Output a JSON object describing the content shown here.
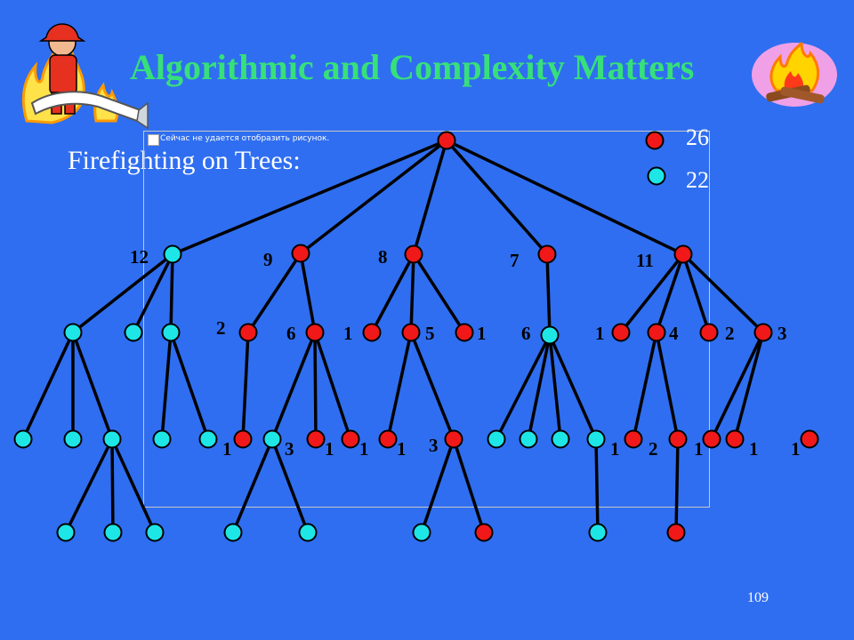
{
  "title": "Algorithmic and Complexity Matters",
  "subtitle": "Firefighting  on  Trees:",
  "page_number": "109",
  "broken_image_text": "Сейчас не удается отобразить рисунок.",
  "legend": [
    {
      "color": "red",
      "label": "26"
    },
    {
      "color": "cyan",
      "label": "22"
    }
  ],
  "colors": {
    "background": "#2f6ef0",
    "title": "#37e07a",
    "text": "#ffffff",
    "burned": "#f01818",
    "saved": "#1ee6e6",
    "edge": "#000000"
  },
  "icons": {
    "firefighter": "firefighter-icon",
    "fire": "campfire-icon"
  },
  "tree": {
    "nodes": [
      {
        "id": "root",
        "color": "red"
      },
      {
        "id": "a",
        "color": "cyan",
        "label": "12"
      },
      {
        "id": "b",
        "color": "red",
        "label": "9"
      },
      {
        "id": "c",
        "color": "red",
        "label": "8"
      },
      {
        "id": "d",
        "color": "red",
        "label": "7"
      },
      {
        "id": "e",
        "color": "red",
        "label": "11"
      },
      {
        "id": "a1",
        "color": "cyan"
      },
      {
        "id": "a2",
        "color": "cyan"
      },
      {
        "id": "a3",
        "color": "cyan"
      },
      {
        "id": "b1",
        "color": "red",
        "label": "2"
      },
      {
        "id": "b2",
        "color": "red",
        "label": "6"
      },
      {
        "id": "c1",
        "color": "red",
        "label": "1"
      },
      {
        "id": "c2",
        "color": "red",
        "label": "5"
      },
      {
        "id": "c3",
        "color": "red",
        "label": "1"
      },
      {
        "id": "d1",
        "color": "cyan",
        "label": "6"
      },
      {
        "id": "e1",
        "color": "red",
        "label": "1"
      },
      {
        "id": "e2",
        "color": "red",
        "label": "4"
      },
      {
        "id": "e3",
        "color": "red",
        "label": "2"
      },
      {
        "id": "e4",
        "color": "red",
        "label": "3"
      },
      {
        "id": "a1a",
        "color": "cyan"
      },
      {
        "id": "a1b",
        "color": "cyan"
      },
      {
        "id": "a1c",
        "color": "cyan"
      },
      {
        "id": "a3a",
        "color": "cyan"
      },
      {
        "id": "a3b",
        "color": "cyan"
      },
      {
        "id": "b1a",
        "color": "red",
        "label": "1"
      },
      {
        "id": "b2a",
        "color": "cyan",
        "label": "3"
      },
      {
        "id": "b2b",
        "color": "red",
        "label": "1"
      },
      {
        "id": "b2c",
        "color": "red",
        "label": "1"
      },
      {
        "id": "c2a",
        "color": "red",
        "label": "1"
      },
      {
        "id": "c2b",
        "color": "red",
        "label": "3"
      },
      {
        "id": "d1a",
        "color": "cyan"
      },
      {
        "id": "d1b",
        "color": "cyan"
      },
      {
        "id": "d1c",
        "color": "cyan"
      },
      {
        "id": "d1d",
        "color": "cyan"
      },
      {
        "id": "e2a",
        "color": "red",
        "label": "1"
      },
      {
        "id": "e2b",
        "color": "red",
        "label": "2"
      },
      {
        "id": "e4a",
        "color": "red",
        "label": "1"
      },
      {
        "id": "e4b",
        "color": "red",
        "label": "1"
      },
      {
        "id": "e4c",
        "color": "red",
        "label": "1"
      },
      {
        "id": "a1c1",
        "color": "cyan"
      },
      {
        "id": "a1c2",
        "color": "cyan"
      },
      {
        "id": "a1c3",
        "color": "cyan"
      },
      {
        "id": "b2a1",
        "color": "cyan"
      },
      {
        "id": "b2a2",
        "color": "cyan"
      },
      {
        "id": "c2b1",
        "color": "cyan"
      },
      {
        "id": "c2b2",
        "color": "red"
      },
      {
        "id": "d1d1",
        "color": "cyan"
      },
      {
        "id": "e2b1",
        "color": "red"
      }
    ],
    "edges": [
      [
        "root",
        "a"
      ],
      [
        "root",
        "b"
      ],
      [
        "root",
        "c"
      ],
      [
        "root",
        "d"
      ],
      [
        "root",
        "e"
      ],
      [
        "a",
        "a1"
      ],
      [
        "a",
        "a2"
      ],
      [
        "a",
        "a3"
      ],
      [
        "b",
        "b1"
      ],
      [
        "b",
        "b2"
      ],
      [
        "c",
        "c1"
      ],
      [
        "c",
        "c2"
      ],
      [
        "c",
        "c3"
      ],
      [
        "d",
        "d1"
      ],
      [
        "e",
        "e1"
      ],
      [
        "e",
        "e2"
      ],
      [
        "e",
        "e3"
      ],
      [
        "e",
        "e4"
      ],
      [
        "a1",
        "a1a"
      ],
      [
        "a1",
        "a1b"
      ],
      [
        "a1",
        "a1c"
      ],
      [
        "a3",
        "a3a"
      ],
      [
        "a3",
        "a3b"
      ],
      [
        "b1",
        "b1a"
      ],
      [
        "b2",
        "b2a"
      ],
      [
        "b2",
        "b2b"
      ],
      [
        "b2",
        "b2c"
      ],
      [
        "c2",
        "c2a"
      ],
      [
        "c2",
        "c2b"
      ],
      [
        "d1",
        "d1a"
      ],
      [
        "d1",
        "d1b"
      ],
      [
        "d1",
        "d1c"
      ],
      [
        "d1",
        "d1d"
      ],
      [
        "e2",
        "e2a"
      ],
      [
        "e2",
        "e2b"
      ],
      [
        "e4",
        "e4a"
      ],
      [
        "e4",
        "e4b"
      ],
      [
        "a1c",
        "a1c1"
      ],
      [
        "a1c",
        "a1c2"
      ],
      [
        "a1c",
        "a1c3"
      ],
      [
        "b2a",
        "b2a1"
      ],
      [
        "b2a",
        "b2a2"
      ],
      [
        "c2b",
        "c2b1"
      ],
      [
        "c2b",
        "c2b2"
      ],
      [
        "d1d",
        "d1d1"
      ],
      [
        "e2b",
        "e2b1"
      ]
    ]
  }
}
